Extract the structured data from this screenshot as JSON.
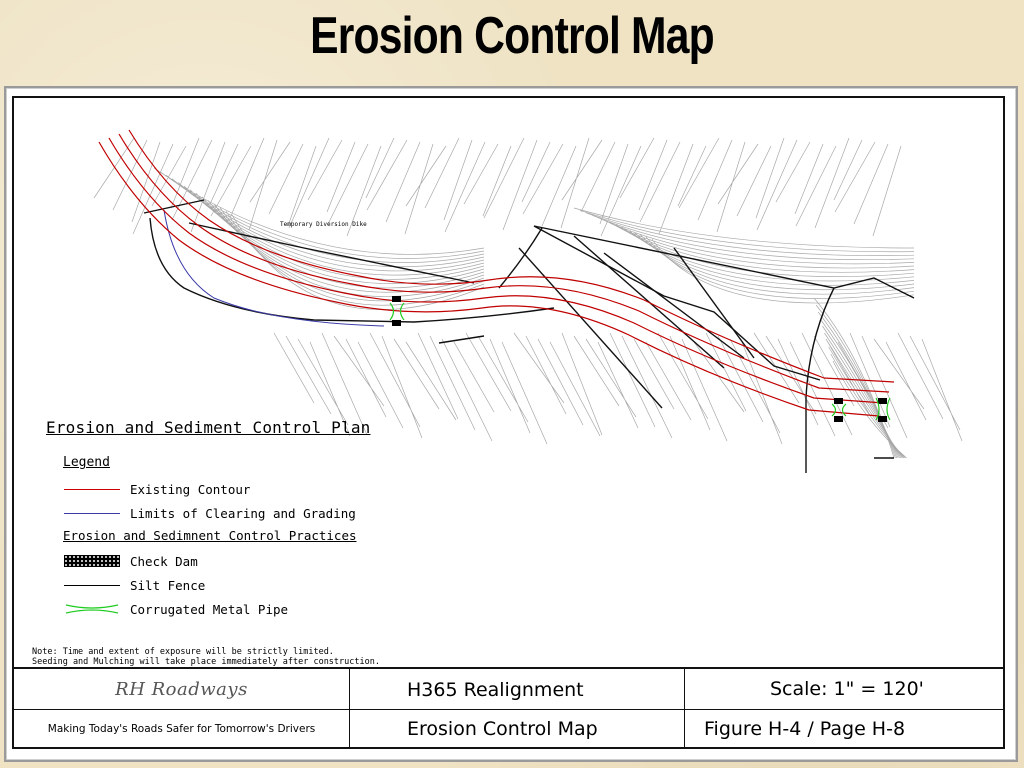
{
  "slide": {
    "title": "Erosion Control Map"
  },
  "map": {
    "annotation": "Temporary Diversion Dike",
    "plan_title": "Erosion  and Sediment Control Plan",
    "legend_heading": "Legend",
    "legend": [
      {
        "label": "Existing Contour",
        "swatch": "red-line"
      },
      {
        "label": "Limits of Clearing and Grading",
        "swatch": "blue-line"
      }
    ],
    "practices_heading": "Erosion and Sedimnent Control Practices",
    "practices": [
      {
        "label": "Check Dam",
        "swatch": "check-dam"
      },
      {
        "label": "Silt Fence",
        "swatch": "black-line"
      },
      {
        "label": "Corrugated Metal Pipe",
        "swatch": "green-pipe"
      }
    ],
    "note_line1": "Note: Time and extent of exposure will be strictly limited.",
    "note_line2": "Seeding and Mulching will take place immediately after construction."
  },
  "title_block": {
    "company": "RH Roadways",
    "motto": "Making Today's Roads Safer for Tomorrow's Drivers",
    "project": "H365 Realignment",
    "sheet_title": "Erosion Control Map",
    "scale": "Scale: 1\" = 120'",
    "figure": "Figure H-4 / Page H-8"
  },
  "colors": {
    "background": "#efe3c4",
    "contour": "#c00000",
    "limits": "#3a3aa8",
    "pipe": "#22cc22"
  }
}
